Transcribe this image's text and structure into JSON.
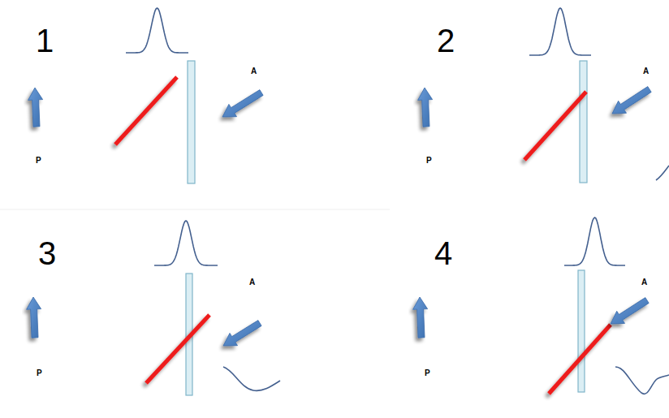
{
  "diagram": {
    "labels": [
      "1",
      "P",
      "A",
      "2",
      "P",
      "A",
      "3",
      "P",
      "A",
      "4",
      "P",
      "A"
    ]
  }
}
